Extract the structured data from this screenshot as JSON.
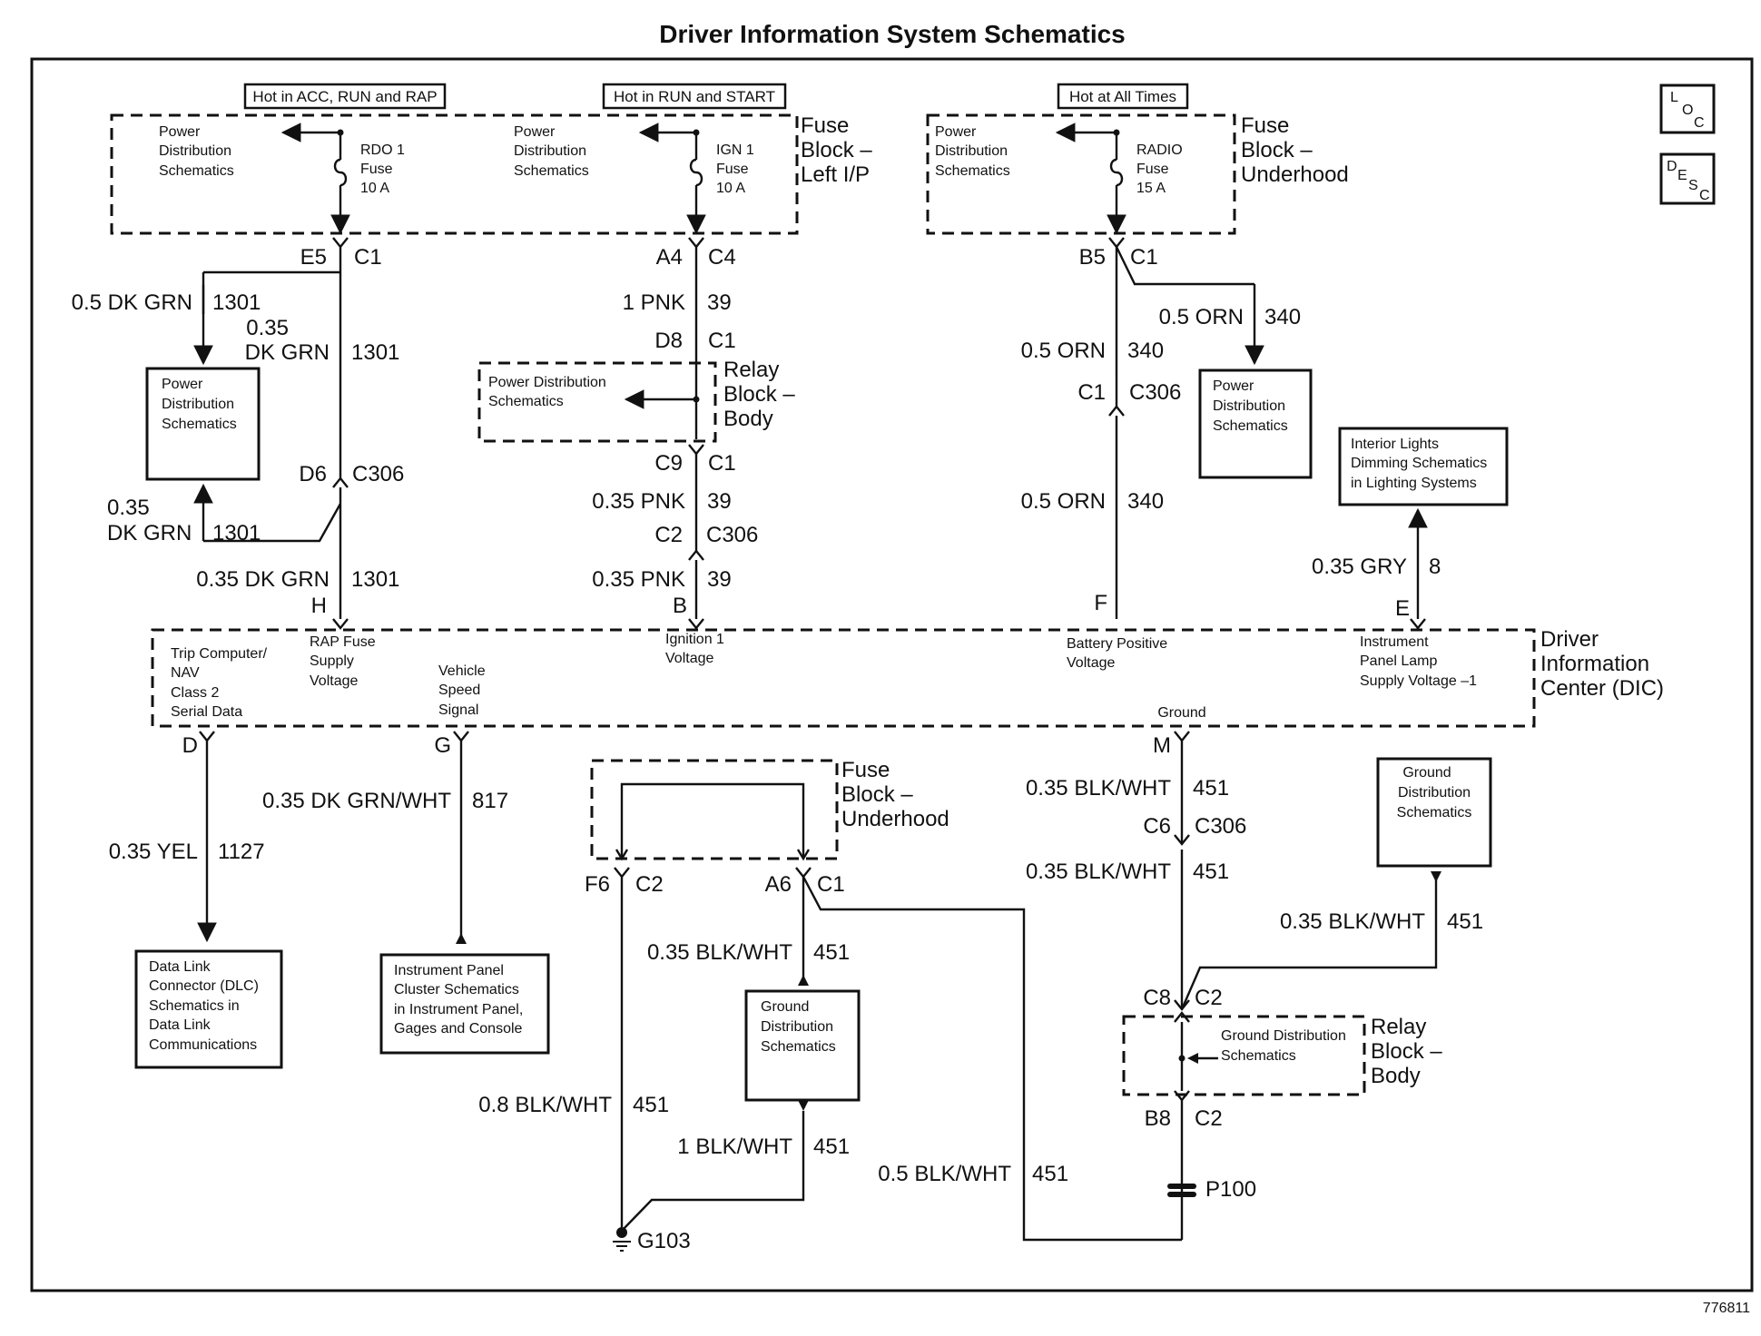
{
  "title": "Driver Information System Schematics",
  "figure_id": "776811",
  "corner_icons": {
    "loc": [
      "L",
      "O",
      "C"
    ],
    "desc": [
      "D",
      "E",
      "S",
      "C"
    ]
  },
  "hot_labels": {
    "acc_run_rap": "Hot in ACC, RUN and RAP",
    "run_start": "Hot in RUN and START",
    "all_times": "Hot at All Times"
  },
  "blocks": {
    "fuse_block_ip": [
      "Fuse",
      "Block –",
      "Left I/P"
    ],
    "fuse_block_uh": [
      "Fuse",
      "Block –",
      "Underhood"
    ],
    "relay_block_body": [
      "Relay",
      "Block –",
      "Body"
    ],
    "fuse_block_uh2": [
      "Fuse",
      "Block –",
      "Underhood"
    ],
    "relay_block_body2": [
      "Relay",
      "Block –",
      "Body"
    ],
    "dic": [
      "Driver",
      "Information",
      "Center (DIC)"
    ]
  },
  "fuses": {
    "rdo1": [
      "RDO 1",
      "Fuse",
      "10 A"
    ],
    "ign1": [
      "IGN 1",
      "Fuse",
      "10 A"
    ],
    "radio": [
      "RADIO",
      "Fuse",
      "15 A"
    ]
  },
  "pds_label": [
    "Power",
    "Distribution",
    "Schematics"
  ],
  "pds_inline": [
    "Power Distribution",
    "Schematics"
  ],
  "gds_label": [
    "Ground",
    "Distribution",
    "Schematics"
  ],
  "gds_inline": [
    "Ground Distribution",
    "Schematics"
  ],
  "ref_boxes": {
    "interior_lights": [
      "Interior Lights",
      "Dimming Schematics",
      "in Lighting Systems"
    ],
    "dlc": [
      "Data Link",
      "Connector (DLC)",
      "Schematics in",
      "Data Link",
      "Communications"
    ],
    "ipc": [
      "Instrument Panel",
      "Cluster Schematics",
      "in Instrument Panel,",
      "Gages and Console"
    ]
  },
  "dic_pins": {
    "trip": [
      "Trip Computer/",
      "NAV",
      "Class 2",
      "Serial Data"
    ],
    "rap": [
      "RAP Fuse",
      "Supply",
      "Voltage"
    ],
    "vss": [
      "Vehicle",
      "Speed",
      "Signal"
    ],
    "ign": [
      "Ignition 1",
      "Voltage"
    ],
    "batt": [
      "Battery Positive",
      "Voltage"
    ],
    "ipl": [
      "Instrument",
      "Panel Lamp",
      "Supply Voltage –1"
    ],
    "ground": "Ground"
  },
  "connectors": {
    "E5": "E5",
    "C1": "C1",
    "A4": "A4",
    "C4": "C4",
    "B5": "B5",
    "D8": "D8",
    "C9": "C9",
    "C2": "C2",
    "C306": "C306",
    "D6": "D6",
    "H": "H",
    "B": "B",
    "F": "F",
    "E": "E",
    "D": "D",
    "G": "G",
    "M": "M",
    "F6": "F6",
    "A6": "A6",
    "C6": "C6",
    "C8": "C8",
    "B8": "B8",
    "P100": "P100",
    "G103": "G103"
  },
  "wires": {
    "dkgrn05": "0.5 DK GRN",
    "n1301": "1301",
    "dkgrn035a": "0.35",
    "dkgrn035b": "DK GRN",
    "dkgrn035full": "0.35 DK GRN",
    "pnk1": "1 PNK",
    "n39": "39",
    "pnk035": "0.35 PNK",
    "orn05": "0.5 ORN",
    "n340": "340",
    "gry035": "0.35 GRY",
    "n8": "8",
    "dkgrnwht": "0.35 DK GRN/WHT",
    "n817": "817",
    "yel035": "0.35 YEL",
    "n1127": "1127",
    "blkwht035": "0.35 BLK/WHT",
    "n451": "451",
    "blkwht08": "0.8 BLK/WHT",
    "blkwht1": "1 BLK/WHT",
    "blkwht05": "0.5 BLK/WHT"
  }
}
